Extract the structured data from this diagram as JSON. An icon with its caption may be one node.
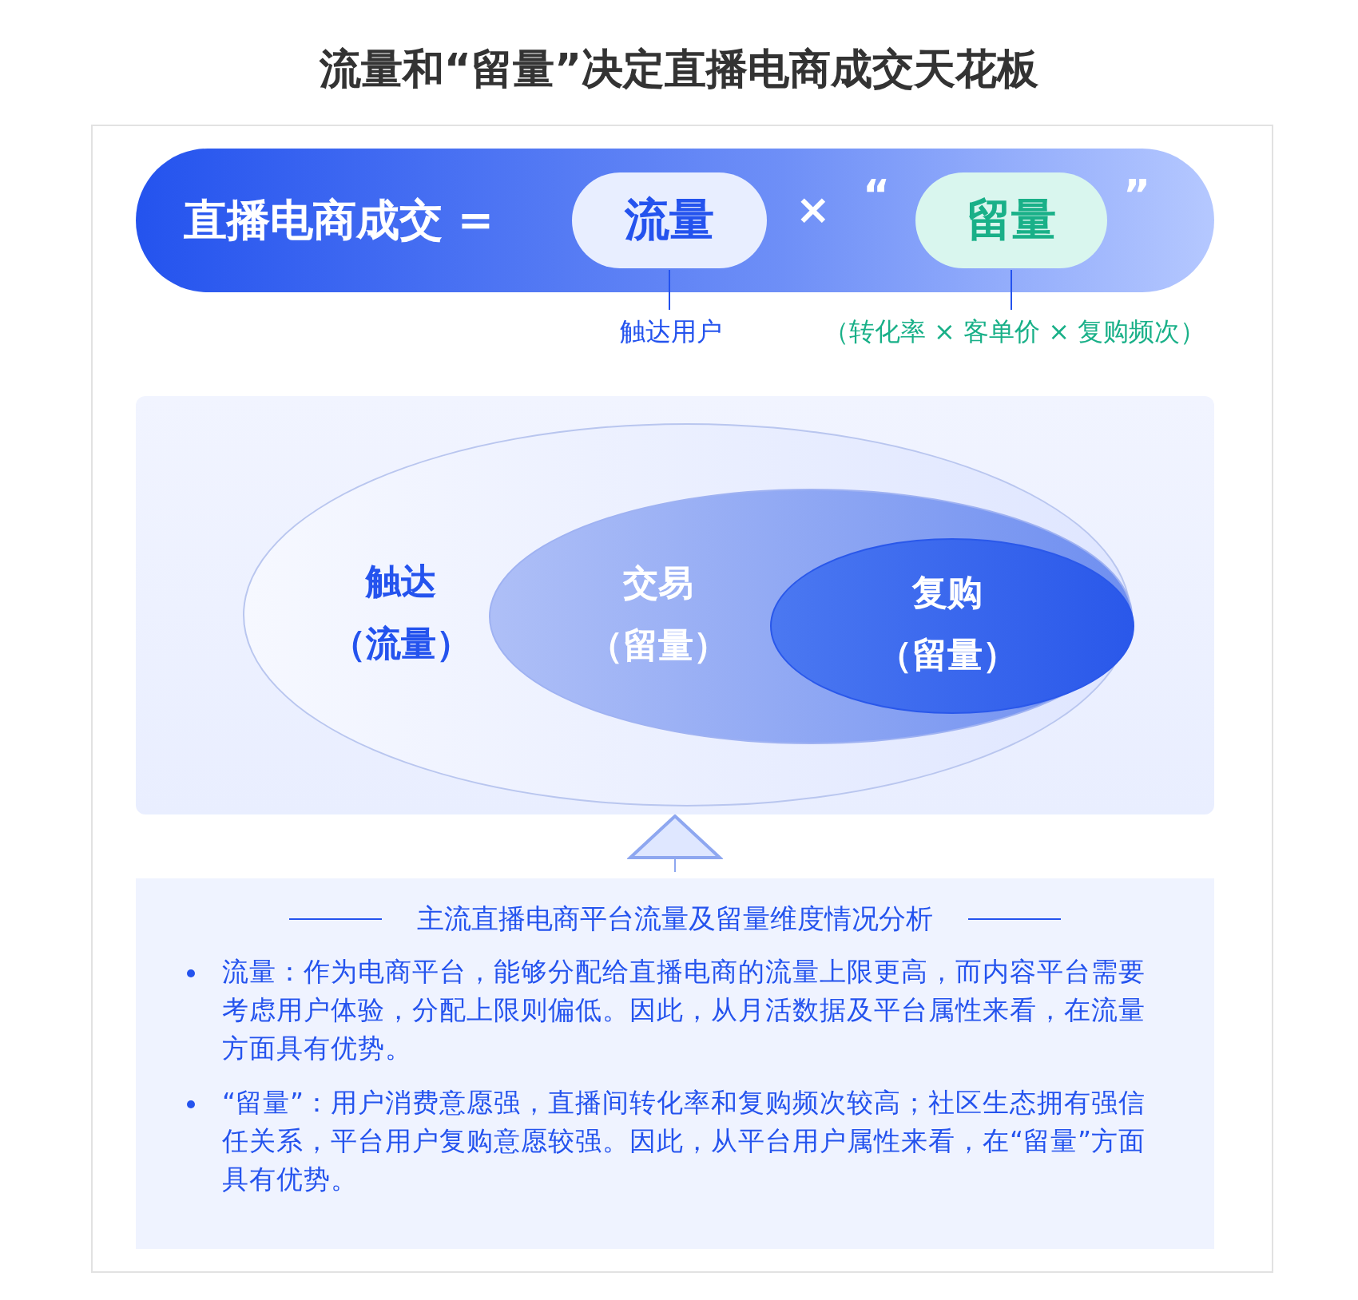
{
  "diagram": {
    "title": "流量和“留量”决定直播电商成交天花板",
    "nodes": [
      {
        "text": [
          "直播电商成交 ="
        ]
      },
      {
        "text": [
          "流量"
        ],
        "in": 0
      },
      {
        "text": [
          "留量"
        ],
        "in": 0
      },
      {
        "text": [
          "触达用户"
        ]
      },
      {
        "text": [
          "（转化率 × 客单价 × 复购频次）"
        ]
      },
      {
        "text": [],
        "shape": "box"
      },
      {
        "text": [
          "触达",
          "（流量）"
        ],
        "in": 5
      },
      {
        "text": [
          "交易",
          "（留量）"
        ],
        "in": 6
      },
      {
        "text": [
          "复购",
          "（留量）"
        ],
        "in": 7
      },
      {
        "text": [
          "主流直播电商平台流量及留量维度情况分析",
          "流量：作为电商平台，能够分配给直播电商的流量上限更高，而内容平台需要考虑用户体验，分配上限则偏低。因此，从月活数据及平台属性来看，在流量方面具有优势。",
          "“留量”：用户消费意愿强，直播间转化率和复购频次较高；社区生态拥有强信任关系，平台用户复购意愿较强。因此，从平台用户属性来看，在“留量”方面具有优势。"
        ]
      }
    ],
    "edges": [
      {
        "from": 3,
        "to": 1,
        "arrow": "none"
      },
      {
        "from": 4,
        "to": 2,
        "arrow": "none"
      },
      {
        "from": 9,
        "to": 5,
        "arrow": "to",
        "color": "#8ea7f0"
      }
    ],
    "labels": [
      "×",
      "“",
      "”"
    ]
  }
}
